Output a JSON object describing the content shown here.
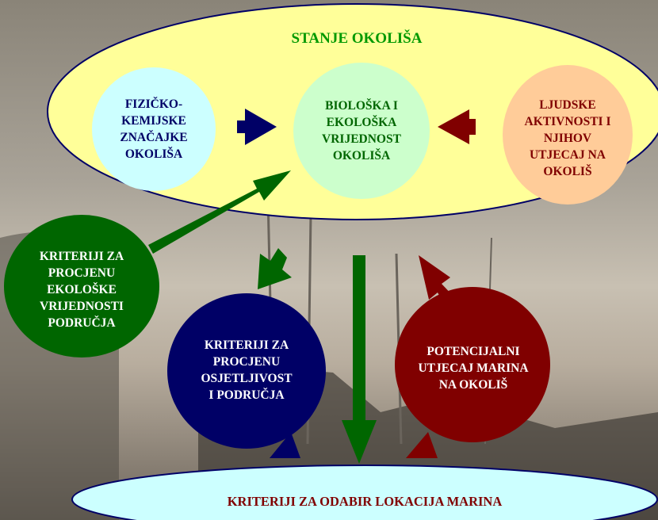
{
  "title": "STANJE OKOLIŠA",
  "nodes": {
    "physical": "FIZIČKO-\nKEMIJSKE\nZNAČAJKE\nOKOLIŠA",
    "biological": "BIOLOŠKA I\nEKOLOŠKA\nVRIJEDNOST\nOKOLIŠA",
    "human": "LJUDSKE\nAKTIVNOSTI I\nNJIHOV\nUTJECAJ NA\nOKOLIŠ",
    "ecological_criteria": "KRITERIJI ZA\nPROCJENU\nEKOLOŠKE\nVRIJEDNOSTI\nPODRUČJA",
    "sensitivity_criteria": "KRITERIJI ZA\nPROCJENU\nOSJETLJIVOST\nI PODRUČJA",
    "impact": "POTENCIJALNI\nUTJECAJ MARINA\nNA OKOLIŠ",
    "bottom": "KRITERIJI ZA ODABIR LOKACIJA MARINA"
  },
  "colors": {
    "outer_ellipse": "#ffff99",
    "physical_fill": "#ccffff",
    "biological_fill": "#ccffcc",
    "human_fill": "#ffcc99",
    "dark_green": "#006600",
    "navy": "#000066",
    "maroon": "#800000",
    "bottom_fill": "#ccffff",
    "title_green": "#009900"
  }
}
